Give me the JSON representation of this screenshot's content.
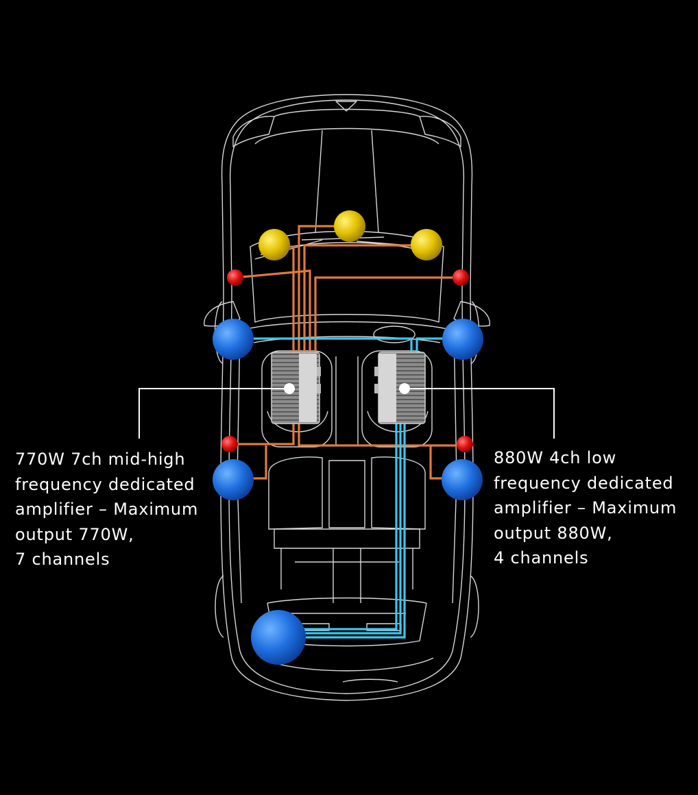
{
  "colors": {
    "background": "#000000",
    "car_outline": "#d8d8d8",
    "tweeter": "#e6c200",
    "mid_speaker": "#e01010",
    "woofer": "#1f6fe0",
    "mid_high_wiring": "#e07a3c",
    "low_wiring": "#3cc6ee",
    "callout_line": "#ffffff"
  },
  "callouts": {
    "left": "770W 7ch mid-high frequency dedicated amplifier – Maximum output 770W,\n 7 channels",
    "right": "880W 4ch low frequency dedicated amplifier – Maximum output 880W,\n4 channels"
  },
  "speakers": {
    "tweeters": 3,
    "mid_speakers": 4,
    "woofers": 4,
    "subwoofer": 1
  },
  "icons": [
    "car-outline-icon",
    "amplifier-icon",
    "speaker-icon"
  ]
}
